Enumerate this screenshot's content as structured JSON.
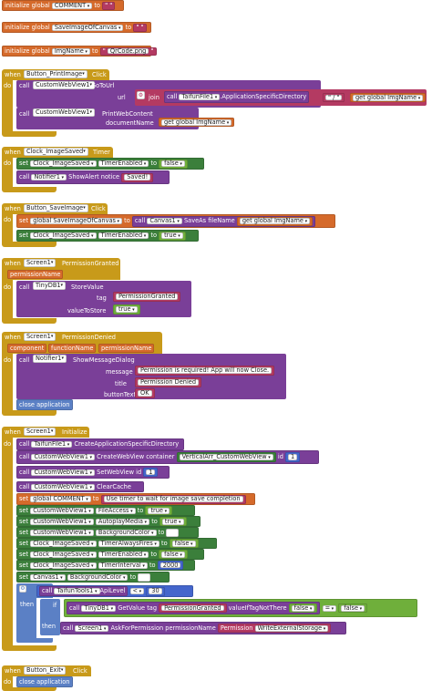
{
  "globals": [
    {
      "label": "initialize global",
      "name": "COMMENT",
      "to": "to",
      "value": "\" \""
    },
    {
      "label": "initialize global",
      "name": "SaveImageOfCanvas",
      "to": "to",
      "value": "\" \""
    },
    {
      "label": "initialize global",
      "name": "ImgName",
      "to": "to",
      "value": "QrCode.png"
    }
  ],
  "kw": {
    "when": "when",
    "do": "do",
    "call": "call",
    "set": "set",
    "to": "to",
    "if": "if",
    "then": "then",
    "join": "join",
    "get": "get",
    "close_application": "close application",
    "eq": "=",
    "true": "true",
    "false": "false"
  },
  "ev1": {
    "component": "Button_PrintImage",
    "event": "Click",
    "c1": {
      "comp": "CustomWebView1",
      "method": "GoToUrl",
      "param": "url",
      "file": "TaifunFile1",
      "prop": ".ApplicationSpecificDirectory",
      "slash": "\" / \"",
      "get": "get global ImgName"
    },
    "c2": {
      "comp": "CustomWebView1",
      "method": "PrintWebContent",
      "param": "documentName",
      "get": "get global ImgName"
    }
  },
  "ev2": {
    "component": "Clock_ImageSaved",
    "event": "Timer",
    "s1": {
      "comp": "Clock_ImageSaved",
      "prop": "TimerEnabled",
      "value": "false"
    },
    "c1": {
      "comp": "Notifier1",
      "method": "ShowAlert",
      "param": "notice",
      "value": "Saved!"
    }
  },
  "ev3": {
    "component": "Button_SaveImage",
    "event": "Click",
    "s1": {
      "var": "global SaveImageOfCanvas",
      "comp": "Canvas1",
      "method": "SaveAs",
      "param": "fileName",
      "get": "get global ImgName"
    },
    "s2": {
      "comp": "Clock_ImageSaved",
      "prop": "TimerEnabled",
      "value": "true"
    }
  },
  "ev4": {
    "component": "Screen1",
    "event": "PermissionGranted",
    "arg": "permissionName",
    "c1": {
      "comp": "TinyDB1",
      "method": "StoreValue",
      "p1": "tag",
      "v1": "PermissionGranted",
      "p2": "valueToStore",
      "v2": "true"
    }
  },
  "ev5": {
    "component": "Screen1",
    "event": "PermissionDenied",
    "args": [
      "component",
      "functionName",
      "permissionName"
    ],
    "c1": {
      "comp": "Notifier1",
      "method": "ShowMessageDialog",
      "p1": "message",
      "v1": "Permission is required! App will now Close.",
      "p2": "title",
      "v2": "Permission Denied",
      "p3": "buttonText",
      "v3": "OK"
    }
  },
  "ev6": {
    "component": "Screen1",
    "event": "Initialize",
    "r1": {
      "comp": "TaifunFile1",
      "method": "CreateApplicationSpecificDirectory"
    },
    "r2": {
      "comp": "CustomWebView1",
      "method": "CreateWebView",
      "param": "container",
      "value": "VerticalArr_CustomWebView",
      "p2": "id",
      "v2": "1"
    },
    "r3": {
      "comp": "CustomWebView1",
      "method": "SetWebView",
      "param": "id",
      "value": "1"
    },
    "r4": {
      "comp": "CustomWebView1",
      "method": "ClearCache"
    },
    "r5": {
      "var": "global COMMENT",
      "value": "Use timer to wait for image save completion"
    },
    "r6": {
      "comp": "CustomWebView1",
      "prop": "FileAccess",
      "value": "true"
    },
    "r7": {
      "comp": "CustomWebView1",
      "prop": "AutoplayMedia",
      "value": "true"
    },
    "r8": {
      "comp": "CustomWebView1",
      "prop": "BackgroundColor"
    },
    "r9": {
      "comp": "Clock_ImageSaved",
      "prop": "TimerAlwaysFires",
      "value": "false"
    },
    "r10": {
      "comp": "Clock_ImageSaved",
      "prop": "TimerEnabled",
      "value": "false"
    },
    "r11": {
      "comp": "Clock_ImageSaved",
      "prop": "TimerInterval",
      "value": "2000"
    },
    "r12": {
      "comp": "Canvas1",
      "prop": "BackgroundColor"
    },
    "if": {
      "comp": "TaifunTools1",
      "prop": "ApiLevel",
      "op": "<",
      "value": "30"
    },
    "inner": {
      "comp": "TinyDB1",
      "method": "GetValue",
      "param": "tag",
      "value": "PermissionGranted",
      "p2": "valueIfTagNotThere",
      "v2": "false",
      "cmp": "false"
    },
    "ask": {
      "comp": "Screen1",
      "method": "AskForPermission",
      "param": "permissionName",
      "label": "Permission",
      "value": "WriteExternalStorage"
    }
  },
  "ev7": {
    "component": "Button_Exit",
    "event": "Click"
  },
  "colors": {
    "procedure": "#7A3F98",
    "setter": "#2E7D32",
    "event": "#C89A1A",
    "variable": "#D56A2B",
    "text": "#B43A62",
    "logic": "#6FAF3B",
    "math": "#4466CC",
    "control": "#5B80C5"
  }
}
